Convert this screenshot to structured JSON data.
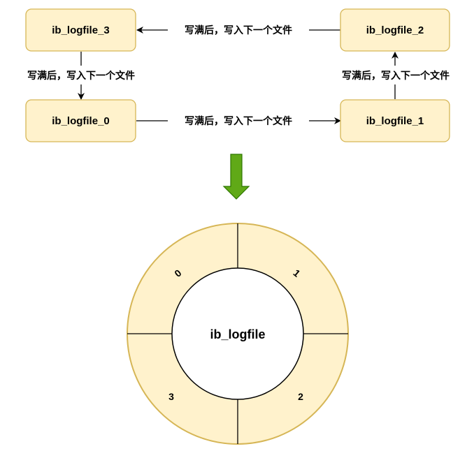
{
  "colors": {
    "box_fill": "#fff2cc",
    "box_stroke": "#d6b656",
    "arrow_fill": "#60a917",
    "arrow_stroke": "#2d7600",
    "line": "#000000"
  },
  "boxes": {
    "log3": "ib_logfile_3",
    "log2": "ib_logfile_2",
    "log0": "ib_logfile_0",
    "log1": "ib_logfile_1"
  },
  "edges": {
    "log2_to_log3": "写满后，写入下一个文件",
    "log3_to_log0": "写满后，写入下一个文件",
    "log0_to_log1": "写满后，写入下一个文件",
    "log1_to_log2": "写满后，写入下一个文件"
  },
  "ring": {
    "center": "ib_logfile",
    "segments": [
      "0",
      "1",
      "2",
      "3"
    ]
  }
}
